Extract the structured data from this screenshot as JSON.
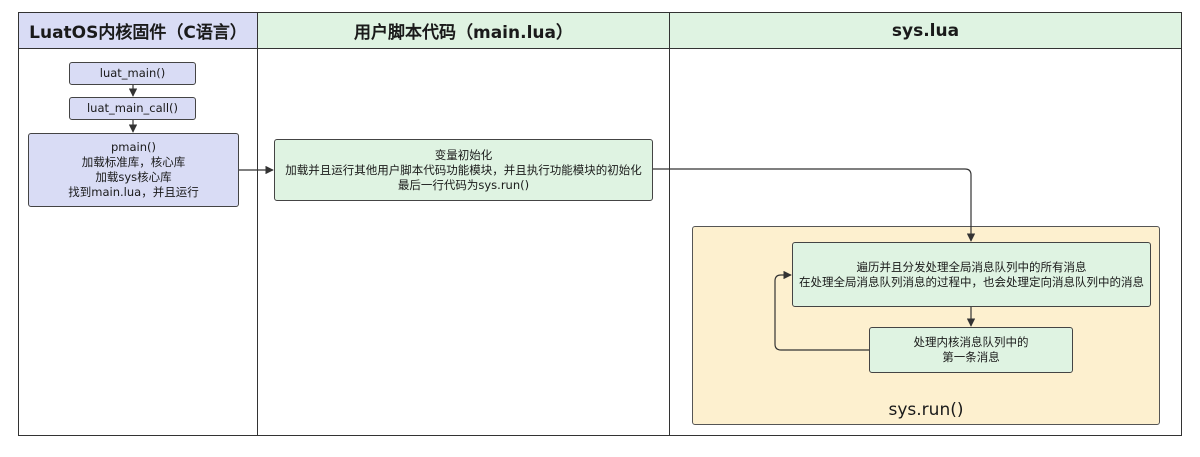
{
  "lanes": [
    {
      "title": "LuatOS内核固件（C语言）",
      "color": "#d9dcf5"
    },
    {
      "title": "用户脚本代码（main.lua）",
      "color": "#dff3e2"
    },
    {
      "title": "sys.lua",
      "color": "#dff3e2"
    }
  ],
  "nodes": {
    "luat_main": "luat_main()",
    "luat_main_call": "luat_main_call()",
    "pmain": [
      "pmain()",
      "加载标准库，核心库",
      "加载sys核心库",
      "找到main.lua，并且运行"
    ],
    "main_lua": [
      "变量初始化",
      "加载并且运行其他用户脚本代码功能模块，并且执行功能模块的初始化",
      "最后一行代码为sys.run()"
    ],
    "dispatch": [
      "遍历并且分发处理全局消息队列中的所有消息",
      "在处理全局消息队列消息的过程中，也会处理定向消息队列中的消息"
    ],
    "kernel_msg": [
      "处理内核消息队列中的",
      "第一条消息"
    ]
  },
  "loop_label": "sys.run()"
}
